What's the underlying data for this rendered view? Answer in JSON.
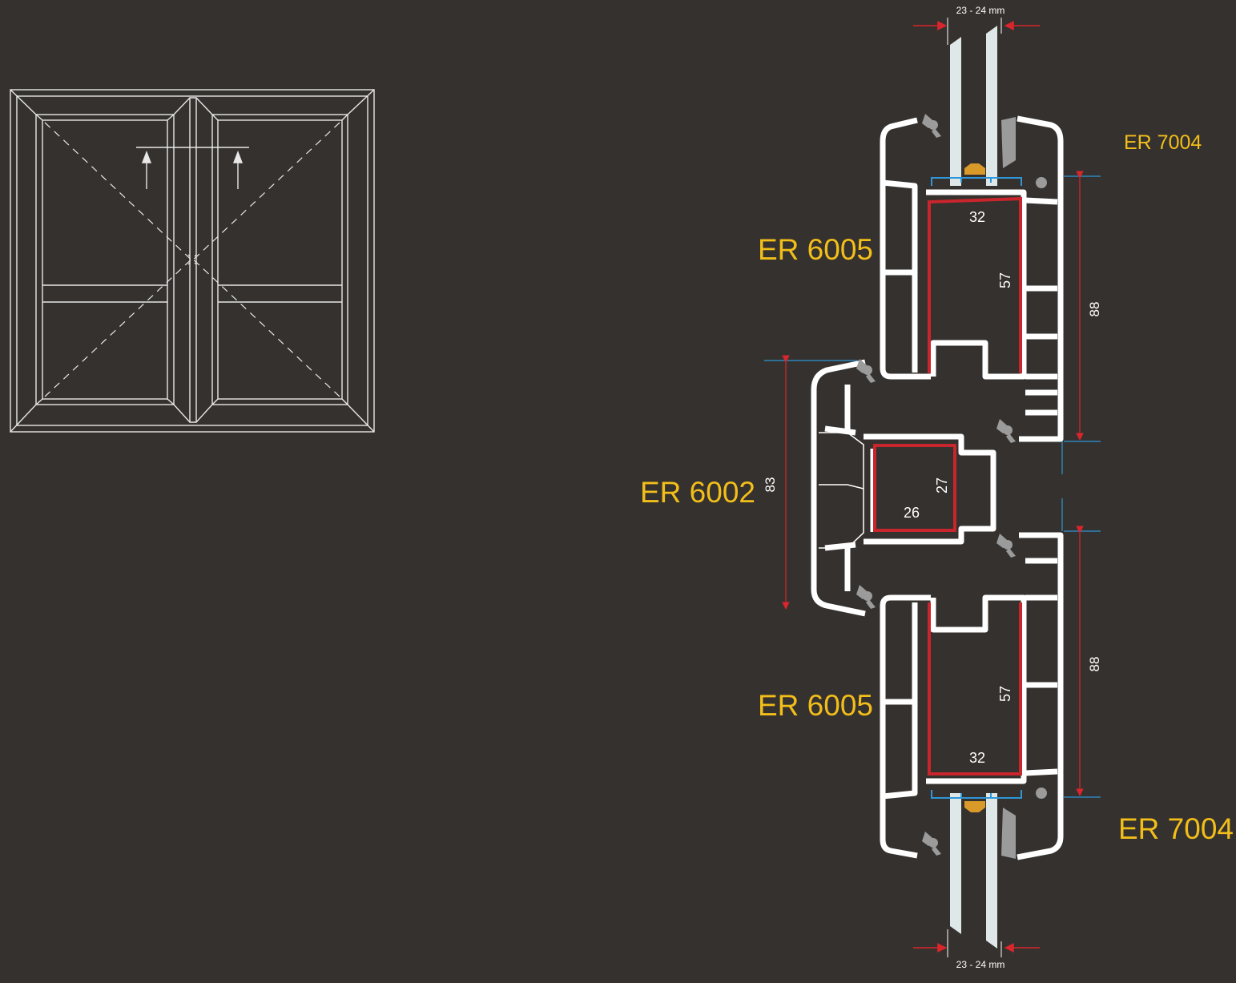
{
  "labels": {
    "profile_sash_top": "ER 6005",
    "profile_mullion": "ER 6002",
    "profile_sash_bottom": "ER 6005",
    "bead_top": "ER 7004",
    "bead_bottom": "ER 7004"
  },
  "dimensions": {
    "glass_top": "23 - 24 mm",
    "glass_bottom": "23 - 24 mm",
    "sash_height_top": "88",
    "sash_height_bottom": "88",
    "mullion_height": "83",
    "steel_top_w": "32",
    "steel_top_h": "57",
    "steel_mid_h": "27",
    "steel_mid_w": "26",
    "steel_bot_h": "57",
    "steel_bot_w": "32"
  },
  "colors": {
    "background": "#35312e",
    "label": "#f2be1a",
    "profile": "#ffffff",
    "reinforcement": "#c8262c",
    "dimension_arrow": "#d8262c",
    "dimension_line_blue": "#2f97d8",
    "gasket": "#9b9b9b",
    "glass": "#dfe8e8",
    "spacer": "#d99a2a"
  }
}
